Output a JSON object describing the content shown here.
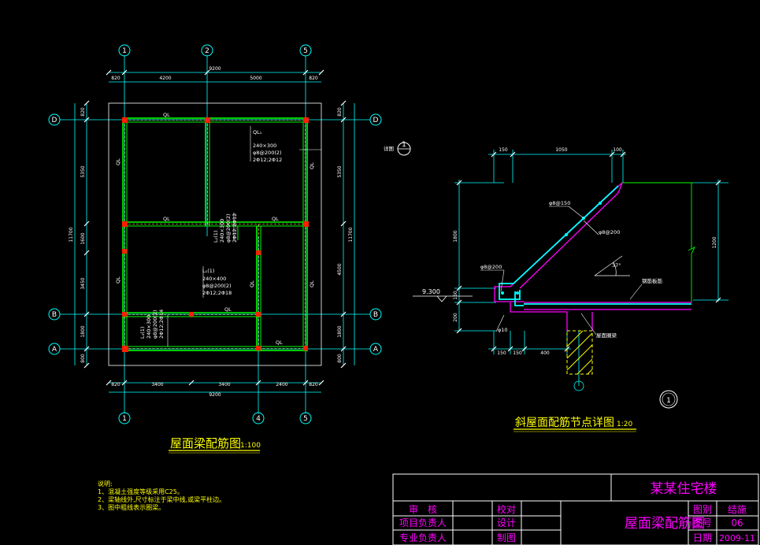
{
  "plan": {
    "title": "屋面梁配筋图",
    "scale": "1:100",
    "axes_top": [
      "1",
      "2",
      "5"
    ],
    "axes_bottom": [
      "1",
      "4",
      "5"
    ],
    "axes_side": [
      "D",
      "B",
      "A"
    ],
    "dims_top": [
      "820",
      "4200",
      "5000",
      "820"
    ],
    "dim_top_total": "9200",
    "dims_bottom": [
      "820",
      "3400",
      "3400",
      "2400",
      "820"
    ],
    "dim_bottom_total": "9200",
    "dims_left": [
      "820",
      "5350",
      "1600",
      "3450",
      "1800",
      "800"
    ],
    "dim_left_total": "11700",
    "dims_right": [
      "820",
      "5350",
      "4500",
      "1800",
      "800"
    ],
    "dim_right_total": "11700",
    "ql_label": "QL",
    "beam_ql_text": [
      "QL₁",
      "240×300",
      "φ8@200(2)",
      "2Φ12;2Φ12"
    ],
    "beam_l1_text": [
      "L₁(1)",
      "240×400",
      "φ8@200(2)",
      "2Φ12;2Φ18"
    ],
    "beam_l2_text": [
      "L₂(1)",
      "240×300",
      "φ8@200(2)",
      "2Φ12;2Φ12"
    ],
    "beam_l3_text": [
      "L₃(1)",
      "240×300",
      "φ8@200(2)",
      "2Φ12;2Φ14"
    ],
    "section_tag": "详图",
    "section_num": "1"
  },
  "notes": {
    "heading": "说明:",
    "lines": [
      "1、混凝土强度等级采用C25。",
      "2、梁轴线外,尺寸标注于梁中线,或梁平柱边。",
      "3、图中粗线表示圈梁。"
    ]
  },
  "detail": {
    "title": "斜屋面配筋节点详图",
    "scale": "1:20",
    "number": "1",
    "dims_top": [
      "150",
      "1050",
      "100"
    ],
    "dim_left_upper": "1800",
    "dims_left_lower": [
      "150",
      "200"
    ],
    "dim_right": "1200",
    "dims_bottom": [
      "150",
      "150",
      "400"
    ],
    "elevation": "9.300",
    "angle": "37°",
    "rebar_labels": [
      "φ8@150",
      "φ8@200",
      "φ8@200",
      "φ10"
    ],
    "layer_label": "钢筋板筋",
    "beam_label": "屋面圈梁"
  },
  "titleblock": {
    "project": "某某住宅楼",
    "drawing_title": "屋面梁配筋图",
    "rows": [
      {
        "label": "审　核",
        "label2": "校对"
      },
      {
        "label": "项目负责人",
        "label2": "设计"
      },
      {
        "label": "专业负责人",
        "label2": "制图"
      }
    ],
    "meta": [
      {
        "key": "图别",
        "value": "结施"
      },
      {
        "key": "图号",
        "value": "06"
      },
      {
        "key": "日期",
        "value": "2009-11"
      }
    ]
  },
  "colors": {
    "background": "#000000",
    "dimension": "#00ffff",
    "concrete": "#00ff00",
    "beam_fill": "#7fff7f",
    "column": "#ff2000",
    "text": "#ffffff",
    "title": "#ffff00",
    "outline": "#ff00ff",
    "rebar": "#00ffff",
    "hatch": "#ffff00"
  }
}
